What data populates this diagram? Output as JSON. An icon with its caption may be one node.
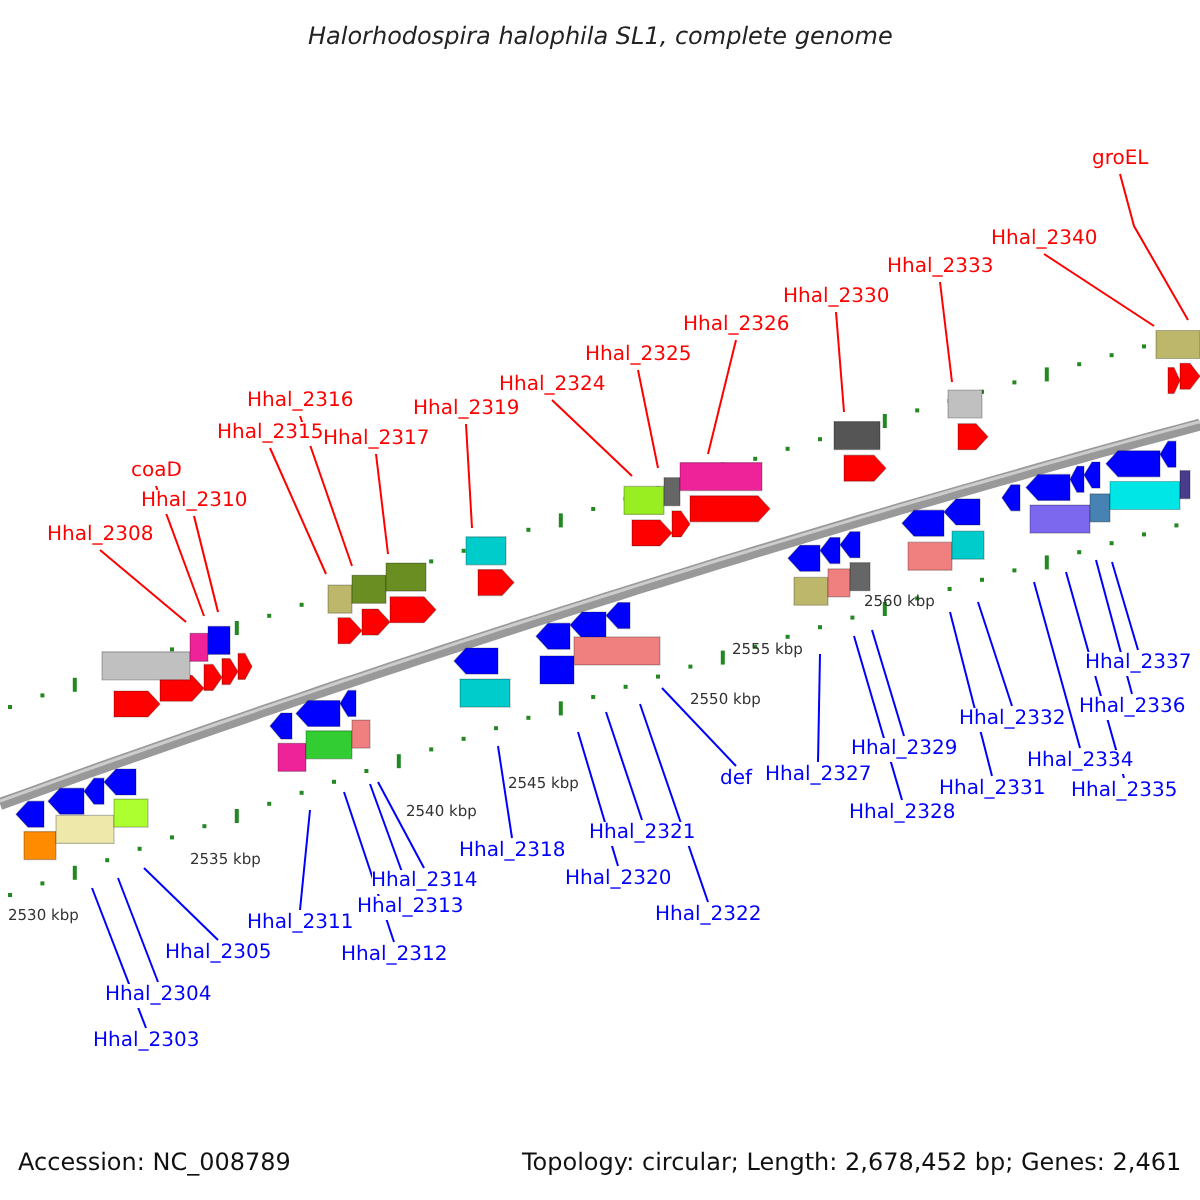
{
  "diagram": {
    "title": "Halorhodospira halophila SL1, complete genome",
    "nodes": [
      {
        "text": [
          "Hhal_2303"
        ]
      },
      {
        "text": [
          "Hhal_2304"
        ]
      },
      {
        "text": [
          "Hhal_2305"
        ]
      },
      {
        "text": [
          "Hhal_2308"
        ]
      },
      {
        "text": [
          "coaD"
        ]
      },
      {
        "text": [
          "Hhal_2310"
        ]
      },
      {
        "text": [
          "Hhal_2311"
        ]
      },
      {
        "text": [
          "Hhal_2312"
        ]
      },
      {
        "text": [
          "Hhal_2313"
        ]
      },
      {
        "text": [
          "Hhal_2314"
        ]
      },
      {
        "text": [
          "Hhal_2315"
        ]
      },
      {
        "text": [
          "Hhal_2316"
        ]
      },
      {
        "text": [
          "Hhal_2317"
        ]
      },
      {
        "text": [
          "Hhal_2318"
        ]
      },
      {
        "text": [
          "Hhal_2319"
        ]
      },
      {
        "text": [
          "Hhal_2320"
        ]
      },
      {
        "text": [
          "Hhal_2321"
        ]
      },
      {
        "text": [
          "Hhal_2322"
        ]
      },
      {
        "text": [
          "Hhal_2324"
        ]
      },
      {
        "text": [
          "Hhal_2325"
        ]
      },
      {
        "text": [
          "Hhal_2326"
        ]
      },
      {
        "text": [
          "def"
        ]
      },
      {
        "text": [
          "Hhal_2327"
        ]
      },
      {
        "text": [
          "Hhal_2328"
        ]
      },
      {
        "text": [
          "Hhal_2329"
        ]
      },
      {
        "text": [
          "Hhal_2330"
        ]
      },
      {
        "text": [
          "Hhal_2331"
        ]
      },
      {
        "text": [
          "Hhal_2332"
        ]
      },
      {
        "text": [
          "Hhal_2333"
        ]
      },
      {
        "text": [
          "Hhal_2334"
        ]
      },
      {
        "text": [
          "Hhal_2335"
        ]
      },
      {
        "text": [
          "Hhal_2336"
        ]
      },
      {
        "text": [
          "Hhal_2337"
        ]
      },
      {
        "text": [
          "Hhal_2340"
        ]
      },
      {
        "text": [
          "groEL"
        ]
      }
    ],
    "edges": [
      {
        "from": 0,
        "to": null,
        "arrow": "none"
      },
      {
        "from": 1,
        "to": null,
        "arrow": "none"
      },
      {
        "from": 2,
        "to": null,
        "arrow": "none"
      },
      {
        "from": 3,
        "to": null,
        "arrow": "none",
        "color": "#ff0000"
      },
      {
        "from": 4,
        "to": null,
        "arrow": "none",
        "color": "#ff0000"
      },
      {
        "from": 5,
        "to": null,
        "arrow": "none",
        "color": "#ff0000"
      },
      {
        "from": 6,
        "to": null,
        "arrow": "none"
      },
      {
        "from": 7,
        "to": null,
        "arrow": "none"
      },
      {
        "from": 8,
        "to": null,
        "arrow": "none"
      },
      {
        "from": 9,
        "to": null,
        "arrow": "none"
      },
      {
        "from": 10,
        "to": null,
        "arrow": "none",
        "color": "#ff0000"
      },
      {
        "from": 11,
        "to": null,
        "arrow": "none",
        "color": "#ff0000"
      },
      {
        "from": 12,
        "to": null,
        "arrow": "none",
        "color": "#ff0000"
      },
      {
        "from": 13,
        "to": null,
        "arrow": "none"
      },
      {
        "from": 14,
        "to": null,
        "arrow": "none",
        "color": "#ff0000"
      },
      {
        "from": 15,
        "to": null,
        "arrow": "none"
      },
      {
        "from": 16,
        "to": null,
        "arrow": "none"
      },
      {
        "from": 17,
        "to": null,
        "arrow": "none"
      },
      {
        "from": 18,
        "to": null,
        "arrow": "none",
        "color": "#ff0000"
      },
      {
        "from": 19,
        "to": null,
        "arrow": "none",
        "color": "#ff0000"
      },
      {
        "from": 20,
        "to": null,
        "arrow": "none",
        "color": "#ff0000"
      },
      {
        "from": 21,
        "to": null,
        "arrow": "none"
      },
      {
        "from": 22,
        "to": null,
        "arrow": "none"
      },
      {
        "from": 23,
        "to": null,
        "arrow": "none"
      },
      {
        "from": 24,
        "to": null,
        "arrow": "none"
      },
      {
        "from": 25,
        "to": null,
        "arrow": "none",
        "color": "#ff0000"
      },
      {
        "from": 26,
        "to": null,
        "arrow": "none"
      },
      {
        "from": 27,
        "to": null,
        "arrow": "none"
      },
      {
        "from": 28,
        "to": null,
        "arrow": "none",
        "color": "#ff0000"
      },
      {
        "from": 29,
        "to": null,
        "arrow": "none"
      },
      {
        "from": 30,
        "to": null,
        "arrow": "none"
      },
      {
        "from": 31,
        "to": null,
        "arrow": "none"
      },
      {
        "from": 32,
        "to": null,
        "arrow": "none"
      },
      {
        "from": 33,
        "to": null,
        "arrow": "none",
        "color": "#ff0000"
      },
      {
        "from": 34,
        "to": null,
        "arrow": "none",
        "color": "#ff0000"
      }
    ],
    "labels": [
      "2530 kbp",
      "2535 kbp",
      "2540 kbp",
      "2545 kbp",
      "2550 kbp",
      "2555 kbp",
      "2560 kbp",
      "Accession: NC_008789",
      "Topology: circular; Length: 2,678,452 bp; Genes: 2,461"
    ]
  }
}
